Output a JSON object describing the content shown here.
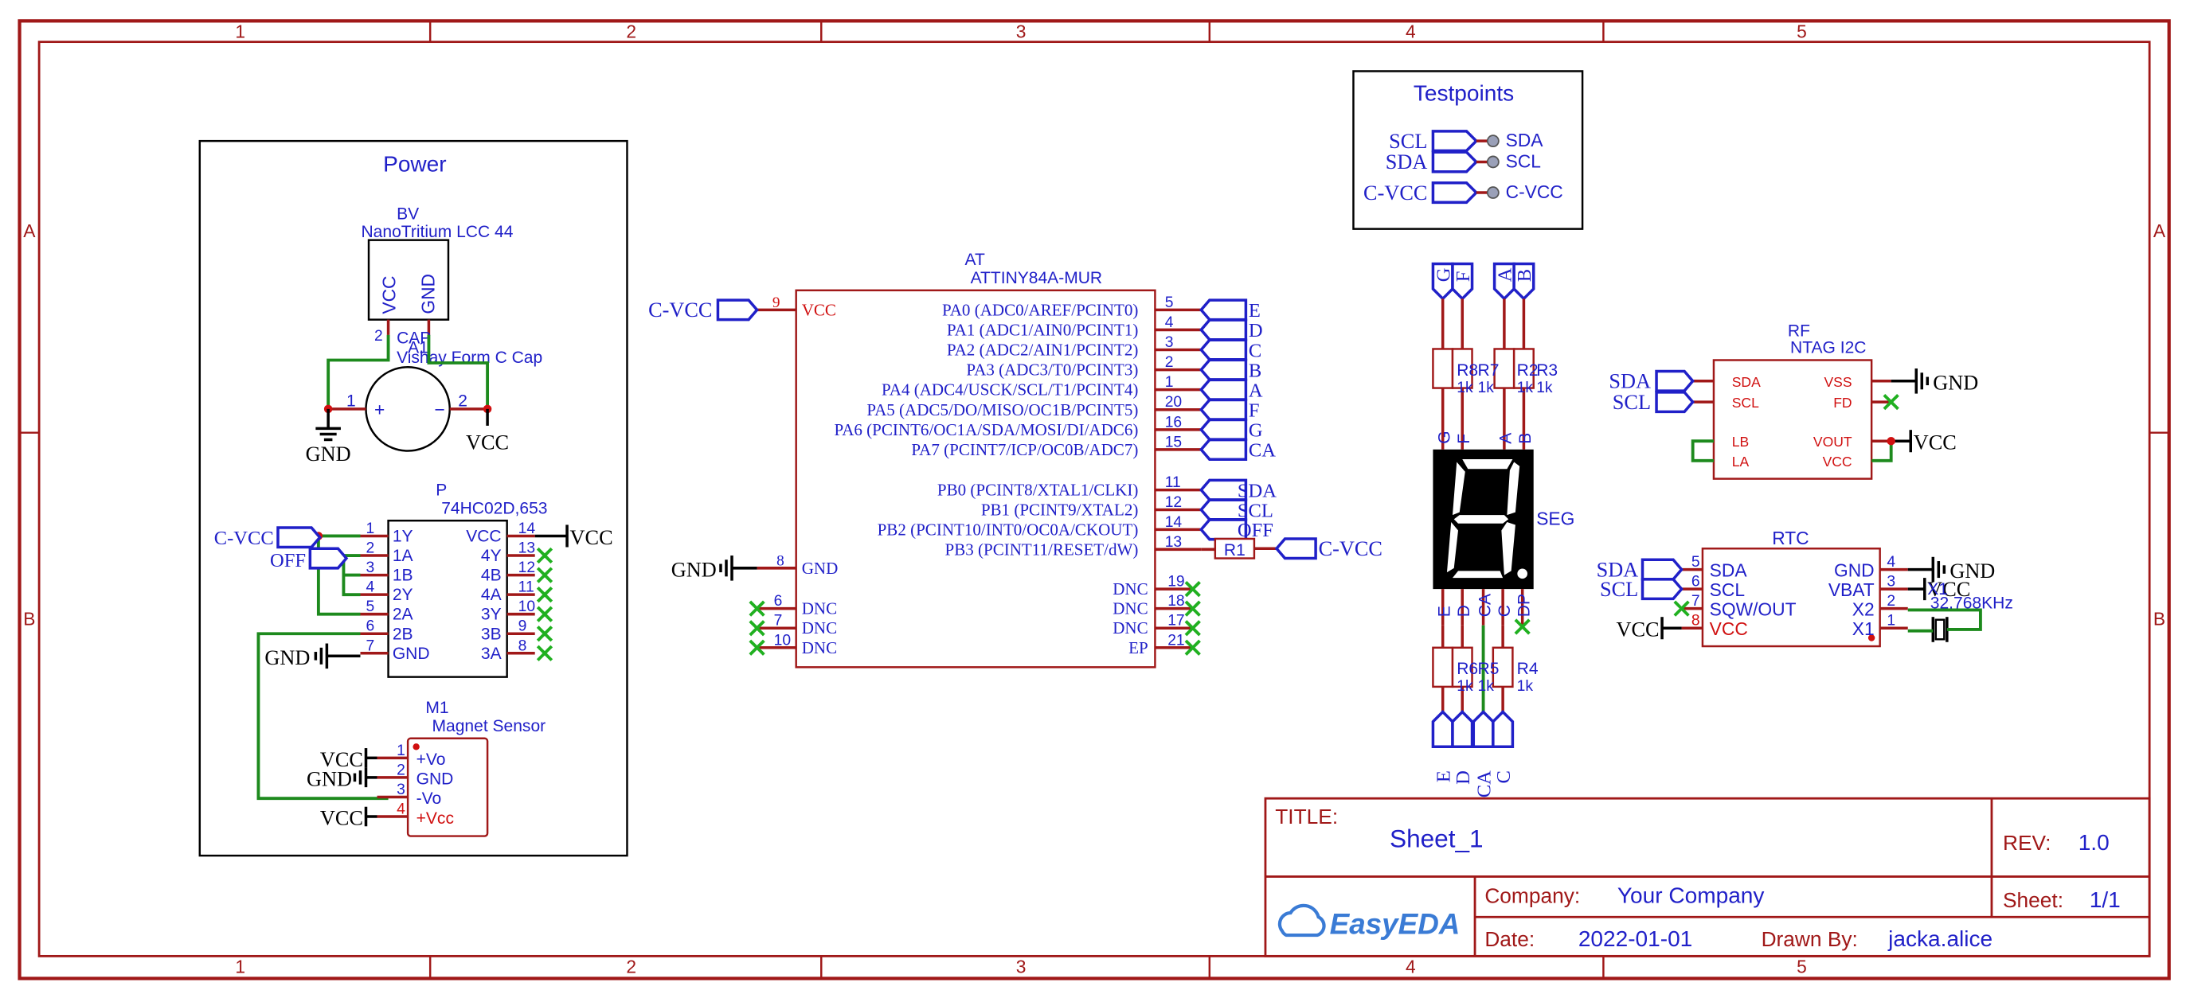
{
  "frame": {
    "columns": [
      "1",
      "2",
      "3",
      "4",
      "5"
    ],
    "rows": [
      "A",
      "B"
    ]
  },
  "title_block": {
    "title_label": "TITLE:",
    "title": "Sheet_1",
    "rev_label": "REV:",
    "rev": "1.0",
    "company_label": "Company:",
    "company": "Your Company",
    "sheet_label": "Sheet:",
    "sheet": "1/1",
    "date_label": "Date:",
    "date": "2022-01-01",
    "drawn_label": "Drawn By:",
    "drawn_by": "jacka.alice",
    "logo_text": "EasyEDA"
  },
  "power_group": {
    "title": "Power",
    "bv": {
      "ref": "BV",
      "value": "NanoTritium LCC 44",
      "pins": [
        "VCC",
        "GND"
      ],
      "pin_num": "2"
    },
    "cap": {
      "ref": "CAP",
      "ref_extra": "A1",
      "value": "Vishay Form C Cap",
      "pin1": "1",
      "pin2": "2",
      "plus": "+",
      "minus": "−"
    },
    "gnd": "GND",
    "vcc": "VCC"
  },
  "nor_gate": {
    "ref": "P",
    "value": "74HC02D,653",
    "left_pins": [
      {
        "num": "1",
        "name": "1Y"
      },
      {
        "num": "2",
        "name": "1A"
      },
      {
        "num": "3",
        "name": "1B"
      },
      {
        "num": "4",
        "name": "2Y"
      },
      {
        "num": "5",
        "name": "2A"
      },
      {
        "num": "6",
        "name": "2B"
      },
      {
        "num": "7",
        "name": "GND"
      }
    ],
    "right_pins": [
      {
        "num": "14",
        "name": "VCC"
      },
      {
        "num": "13",
        "name": "4Y"
      },
      {
        "num": "12",
        "name": "4B"
      },
      {
        "num": "11",
        "name": "4A"
      },
      {
        "num": "10",
        "name": "3Y"
      },
      {
        "num": "9",
        "name": "3B"
      },
      {
        "num": "8",
        "name": "3A"
      }
    ],
    "net_cvcc": "C-VCC",
    "net_off": "OFF",
    "net_gnd": "GND",
    "net_vcc": "VCC"
  },
  "magnet": {
    "ref": "M1",
    "value": "Magnet Sensor",
    "pins": [
      {
        "num": "1",
        "name": "+Vo",
        "net": "VCC"
      },
      {
        "num": "2",
        "name": "GND",
        "net": "GND"
      },
      {
        "num": "3",
        "name": "-Vo",
        "net": ""
      },
      {
        "num": "4",
        "name": "+Vcc",
        "net": "VCC"
      }
    ]
  },
  "mcu": {
    "ref": "AT",
    "value": "ATTINY84A-MUR",
    "vcc_pin": {
      "num": "9",
      "name": "VCC",
      "net": "C-VCC"
    },
    "gnd_pin": {
      "num": "8",
      "name": "GND",
      "net": "GND"
    },
    "dnc_left": [
      {
        "num": "6",
        "name": "DNC"
      },
      {
        "num": "7",
        "name": "DNC"
      },
      {
        "num": "10",
        "name": "DNC"
      }
    ],
    "porta": [
      {
        "num": "5",
        "name": "PA0 (ADC0/AREF/PCINT0)",
        "net": "E"
      },
      {
        "num": "4",
        "name": "PA1 (ADC1/AIN0/PCINT1)",
        "net": "D"
      },
      {
        "num": "3",
        "name": "PA2 (ADC2/AIN1/PCINT2)",
        "net": "C"
      },
      {
        "num": "2",
        "name": "PA3 (ADC3/T0/PCINT3)",
        "net": "B"
      },
      {
        "num": "1",
        "name": "PA4 (ADC4/USCK/SCL/T1/PCINT4)",
        "net": "A"
      },
      {
        "num": "20",
        "name": "PA5 (ADC5/DO/MISO/OC1B/PCINT5)",
        "net": "F"
      },
      {
        "num": "16",
        "name": "PA6 (PCINT6/OC1A/SDA/MOSI/DI/ADC6)",
        "net": "G"
      },
      {
        "num": "15",
        "name": "PA7 (PCINT7/ICP/OC0B/ADC7)",
        "net": "CA"
      }
    ],
    "portb": [
      {
        "num": "11",
        "name": "PB0 (PCINT8/XTAL1/CLKI)",
        "net": "SDA"
      },
      {
        "num": "12",
        "name": "PB1 (PCINT9/XTAL2)",
        "net": "SCL"
      },
      {
        "num": "14",
        "name": "PB2 (PCINT10/INT0/OC0A/CKOUT)",
        "net": "OFF"
      },
      {
        "num": "13",
        "name": "PB3 (PCINT11/RESET/dW)",
        "net": ""
      }
    ],
    "dnc_right": [
      {
        "num": "19",
        "name": "DNC"
      },
      {
        "num": "18",
        "name": "DNC"
      },
      {
        "num": "17",
        "name": "DNC"
      },
      {
        "num": "21",
        "name": "EP"
      }
    ],
    "r1": "R1",
    "r1_net": "C-VCC"
  },
  "testpoints": {
    "title": "Testpoints",
    "rows": [
      {
        "net": "SCL",
        "label": "SDA"
      },
      {
        "net": "SDA",
        "label": "SCL"
      },
      {
        "net": "C-VCC",
        "label": "C-VCC"
      }
    ]
  },
  "display": {
    "ref": "SEG",
    "top_nets_left": [
      "G",
      "F"
    ],
    "top_nets_right": [
      "A",
      "B"
    ],
    "top_pins": [
      "G",
      "F",
      "A",
      "B"
    ],
    "bottom_pins": [
      "E",
      "D",
      "CA",
      "C",
      "DP"
    ],
    "bottom_nets": [
      "E",
      "D",
      "CA",
      "C"
    ],
    "res_top": [
      {
        "ref": "R8",
        "val": "1k"
      },
      {
        "ref": "R7",
        "val": "1k"
      },
      {
        "ref": "R2",
        "val": "1k"
      },
      {
        "ref": "R3",
        "val": "1k"
      }
    ],
    "res_bottom": [
      {
        "ref": "R6",
        "val": "1k"
      },
      {
        "ref": "R5",
        "val": "1k"
      },
      {
        "ref": "R4",
        "val": "1k"
      }
    ]
  },
  "nfc": {
    "ref": "RF",
    "value": "NTAG I2C",
    "left_pins": [
      "SDA",
      "SCL",
      "LB",
      "LA"
    ],
    "right_pins": [
      "VSS",
      "FD",
      "VOUT",
      "VCC"
    ],
    "nets_left": [
      "SDA",
      "SCL"
    ],
    "net_gnd": "GND",
    "net_vcc": "VCC"
  },
  "rtc": {
    "ref": "RTC",
    "left_pins": [
      {
        "num": "5",
        "name": "SDA",
        "net": "SDA"
      },
      {
        "num": "6",
        "name": "SCL",
        "net": "SCL"
      },
      {
        "num": "7",
        "name": "SQW/OUT",
        "net": ""
      },
      {
        "num": "8",
        "name": "VCC",
        "net": "VCC"
      }
    ],
    "right_pins": [
      {
        "num": "4",
        "name": "GND",
        "net": "GND"
      },
      {
        "num": "3",
        "name": "VBAT",
        "net": "VCC"
      },
      {
        "num": "2",
        "name": "X2",
        "net": ""
      },
      {
        "num": "1",
        "name": "X1",
        "net": ""
      }
    ],
    "crystal_ref": "X1",
    "crystal_value": "32.768KHz"
  },
  "colors": {
    "frame": "#a01818",
    "label": "#2020c8",
    "wire": "#1d8a1d",
    "pin": "#a01818",
    "red_text": "#d01010",
    "noconnect": "#20b020"
  }
}
